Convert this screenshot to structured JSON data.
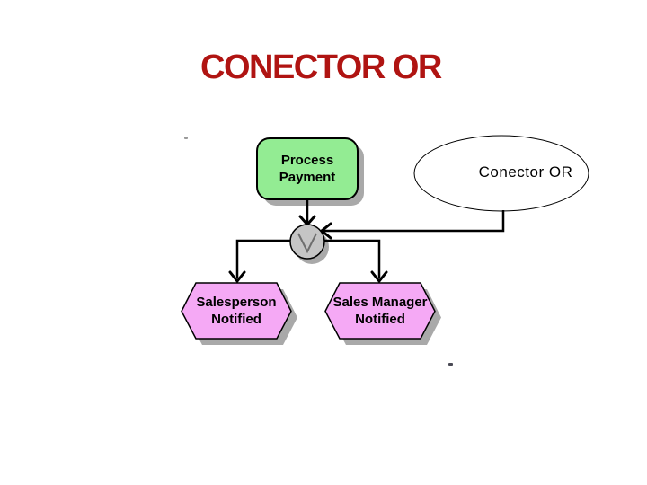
{
  "slide": {
    "title": "CONECTOR OR",
    "diagram": {
      "function_box": {
        "label": "Process Payment"
      },
      "annotation": {
        "label": "Conector OR"
      },
      "or_connector": {
        "symbol": "∨"
      },
      "events": [
        {
          "label": "Salesperson Notified"
        },
        {
          "label": "Sales Manager Notified"
        }
      ]
    },
    "colors": {
      "title_text": "#B01412",
      "function_fill": "#93EC93",
      "event_fill": "#F5A9F5",
      "connector_fill": "#C5C5C5",
      "connector_symbol": "#6E6E6E",
      "shadow": "#A9A9A9",
      "outline": "#000000",
      "background": "#FFFFFF"
    }
  }
}
